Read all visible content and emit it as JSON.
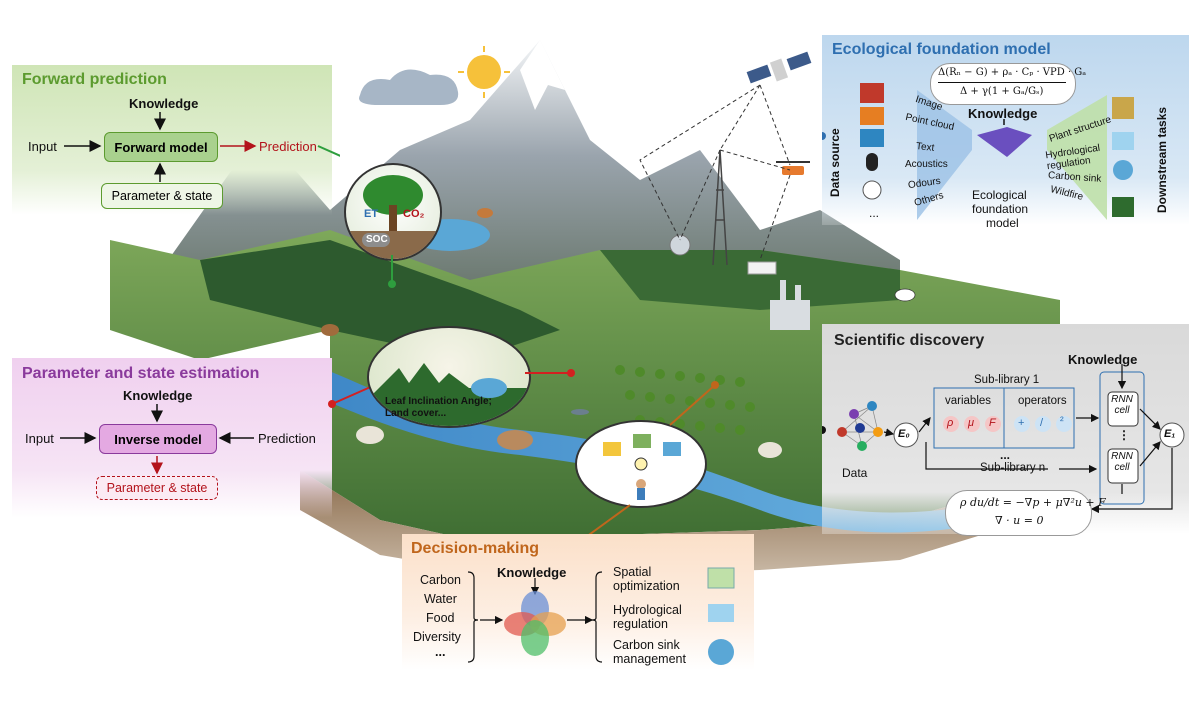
{
  "forward": {
    "title": "Forward prediction",
    "knowledge": "Knowledge",
    "input": "Input",
    "model": "Forward model",
    "prediction": "Prediction",
    "param": "Parameter & state"
  },
  "param_est": {
    "title": "Parameter and state estimation",
    "knowledge": "Knowledge",
    "input": "Input",
    "model": "Inverse model",
    "prediction": "Prediction",
    "param": "Parameter & state"
  },
  "efm": {
    "title": "Ecological foundation model",
    "formula_num": "Δ(Rₙ − G) + ρₐ · Cₚ · VPD · Gₐ",
    "formula_den": "Δ + γ(1 + Gₐ/Gₛ)",
    "knowledge": "Knowledge",
    "data_source": "Data source",
    "sources": [
      "Image",
      "Point cloud",
      "Text",
      "Acoustics",
      "Odours",
      "Others"
    ],
    "ellipsis": "...",
    "core_label_1": "Ecological",
    "core_label_2": "foundation",
    "core_label_3": "model",
    "tasks": [
      "Plant structure",
      "Hydrological regulation",
      "Carbon sink",
      "Wildfire"
    ],
    "downstream": "Downstream tasks"
  },
  "inset_tree": {
    "et": "ET",
    "co2": "CO₂",
    "soc": "SOC"
  },
  "inset_canopy": {
    "line1": "Leaf Inclination Angle;",
    "line2": "Land cover..."
  },
  "discovery": {
    "title": "Scientific discovery",
    "knowledge": "Knowledge",
    "sub1": "Sub-library 1",
    "variables": "variables",
    "operators": "operators",
    "var_symbols": [
      "ρ",
      "μ",
      "F"
    ],
    "op_symbols": [
      "+",
      "/",
      "²"
    ],
    "dots": "...",
    "subn": "Sub-library n",
    "data": "Data",
    "e0": "E₀",
    "e1": "E₁",
    "rnn1": "RNN cell",
    "rnn2": "RNN cell",
    "vdots": "⋮",
    "eq1": "ρ du/dt = −∇p + μ∇²u + F",
    "eq2": "∇ · u = 0"
  },
  "decision": {
    "title": "Decision-making",
    "knowledge": "Knowledge",
    "inputs": [
      "Carbon",
      "Water",
      "Food",
      "Diversity",
      "..."
    ],
    "outputs": [
      "Spatial optimization",
      "Hydrological regulation",
      "Carbon sink management"
    ]
  },
  "colors": {
    "forward_bg": "#cfe5b6",
    "forward_title": "#5c9b2f",
    "param_bg": "#f0d0ef",
    "param_title": "#8a3a9c",
    "efm_bg": "#bdd7ee",
    "efm_title": "#2e6fb0",
    "discovery_bg": "#d9d9d9",
    "decision_bg": "#fbe0c9",
    "decision_title": "#c0661c",
    "prediction_red": "#b3131b"
  }
}
